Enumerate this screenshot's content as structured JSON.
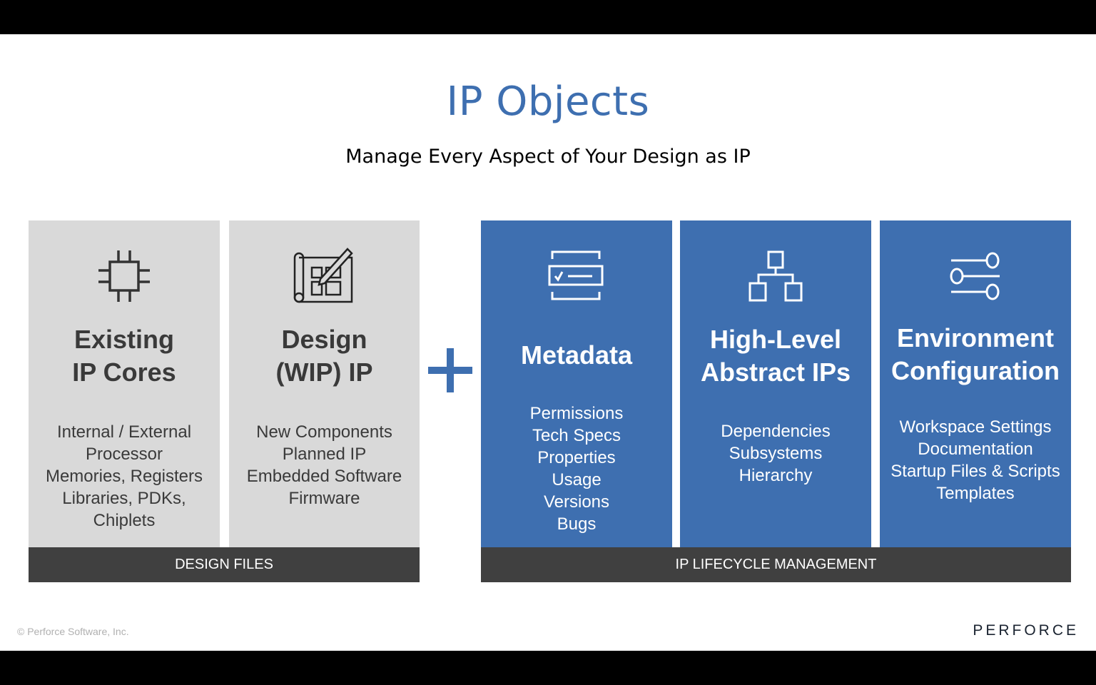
{
  "slide": {
    "title": "IP Objects",
    "subtitle": "Manage Every Aspect of Your Design as IP"
  },
  "columns": [
    {
      "heading_line1": "Existing",
      "heading_line2": "IP Cores",
      "icon": "chip-icon",
      "items": [
        "Internal / External",
        "Processor",
        "Memories, Registers",
        "Libraries, PDKs,",
        "Chiplets"
      ]
    },
    {
      "heading_line1": "Design",
      "heading_line2": "(WIP) IP",
      "icon": "blueprint-pencil-icon",
      "items": [
        "New Components",
        "Planned IP",
        "Embedded Software",
        "Firmware"
      ]
    },
    {
      "heading_line1": "Metadata",
      "heading_line2": "",
      "icon": "checklist-form-icon",
      "items": [
        "Permissions",
        "Tech Specs",
        "Properties",
        "Usage",
        "Versions",
        "Bugs"
      ]
    },
    {
      "heading_line1": "High-Level",
      "heading_line2": "Abstract IPs",
      "icon": "hierarchy-icon",
      "items": [
        "Dependencies",
        "Subsystems",
        "Hierarchy"
      ]
    },
    {
      "heading_line1": "Environment",
      "heading_line2": "Configuration",
      "icon": "sliders-icon",
      "items": [
        "Workspace Settings",
        "Documentation",
        "Startup Files & Scripts",
        "Templates"
      ]
    }
  ],
  "bars": {
    "design_files": "DESIGN FILES",
    "lifecycle": "IP LIFECYCLE MANAGEMENT"
  },
  "operator": "+",
  "footer": {
    "copyright": "© Perforce Software, Inc.",
    "brand": "PERFORCE"
  },
  "colors": {
    "accent_blue": "#3e6fb0",
    "panel_grey": "#d9d9d9",
    "bar_dark": "#404040"
  }
}
